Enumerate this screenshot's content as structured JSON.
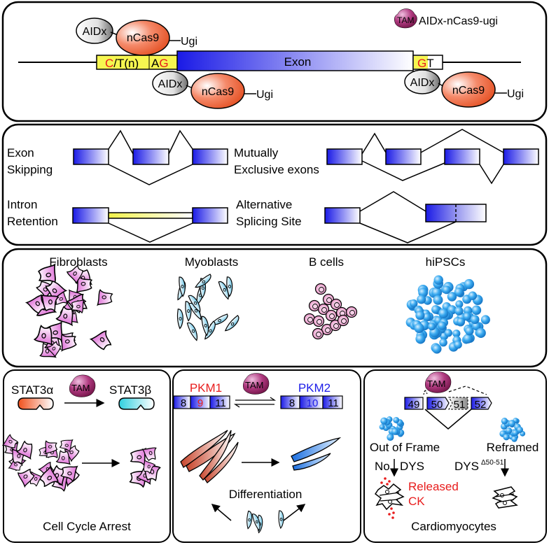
{
  "panel_a": {
    "legend_badge": "TAM",
    "legend_label": "AIDx-nCas9-ugi",
    "editor_top": {
      "aid": "AIDx",
      "cas": "nCas9",
      "ugi": "Ugi"
    },
    "editor_bottom_left": {
      "aid": "AIDx",
      "cas": "nCas9",
      "ugi": "Ugi"
    },
    "editor_bottom_right": {
      "aid": "AIDx",
      "cas": "nCas9",
      "ugi": "Ugi"
    },
    "acceptor": {
      "c": "C",
      "slash_t": "/T",
      "n": "(n)",
      "a": "A",
      "g": "G"
    },
    "exon_label": "Exon",
    "donor": {
      "g": "G",
      "t": "T"
    }
  },
  "panel_b": {
    "exon_skipping": [
      "Exon",
      "Skipping"
    ],
    "mutually_exclusive": [
      "Mutually",
      "Exclusive exons"
    ],
    "intron_retention": [
      "Intron",
      "Retention"
    ],
    "alt_splice_site": [
      "Alternative",
      "Splicing Site"
    ]
  },
  "panel_c": {
    "cell_types": [
      "Fibroblasts",
      "Myoblasts",
      "B cells",
      "hiPSCs"
    ]
  },
  "panel_d": {
    "stat_alpha": "STAT3α",
    "stat_beta": "STAT3β",
    "badge": "TAM",
    "caption": "Cell Cycle Arrest"
  },
  "panel_e": {
    "pkm1": "PKM1",
    "pkm2": "PKM2",
    "badge": "TAM",
    "pkm1_exons": [
      "8",
      "9",
      "11"
    ],
    "pkm2_exons": [
      "8",
      "10",
      "11"
    ],
    "caption": "Differentiation"
  },
  "panel_f": {
    "badge": "TAM",
    "exons": [
      "49",
      "50",
      "51",
      "52"
    ],
    "out_of_frame": "Out of Frame",
    "reframed": "Reframed",
    "no": "No",
    "dys": "DYS",
    "dys2": "DYS",
    "dys_sup": "Δ50-51",
    "released": "Released",
    "ck": "CK",
    "caption": "Cardiomyocytes"
  },
  "colors": {
    "exon_blue": "#1a1ae6",
    "cas_orange": "#f05a32",
    "tam_magenta": "#8b1a5a",
    "yellow": "#ffff66",
    "red_text": "#e81c1c",
    "blue_text": "#1c1ce8",
    "fibro_pink": "#e27ad8",
    "myo_cyan": "#8fd9ec",
    "ipsc_blue": "#1e9ee6",
    "bcell_pink": "#e890c0"
  }
}
